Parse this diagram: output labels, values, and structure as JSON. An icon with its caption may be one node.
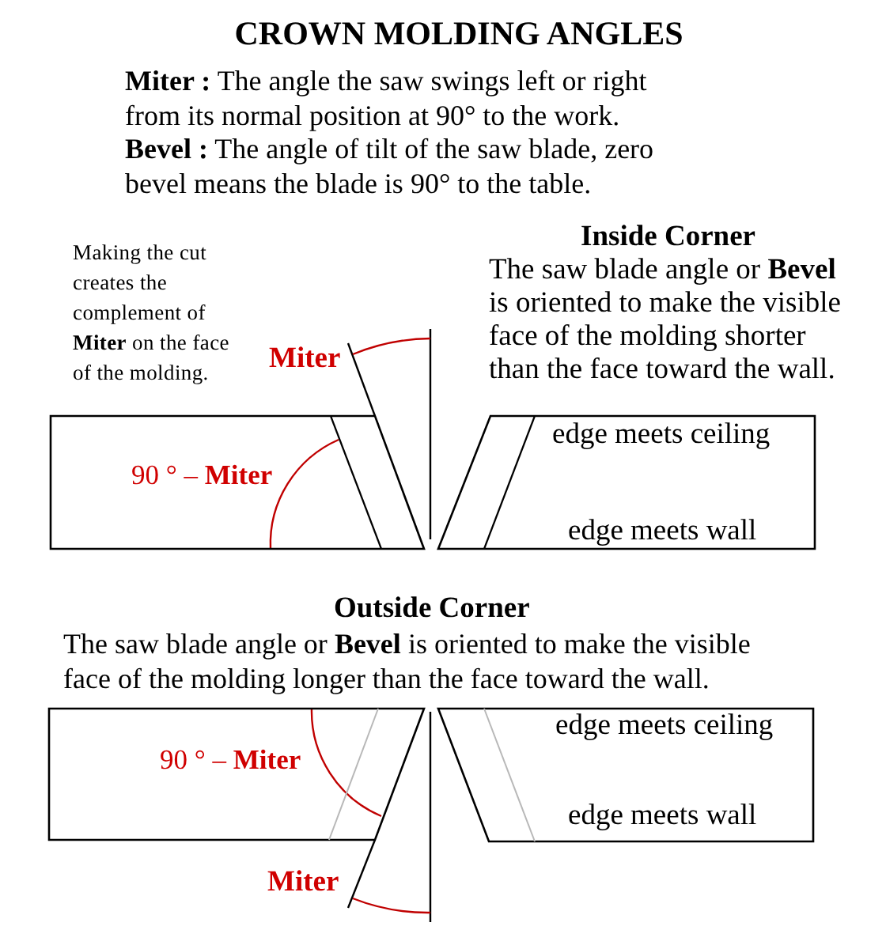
{
  "diagram": {
    "title": "CROWN MOLDING ANGLES",
    "nodes": [
      {
        "text": [
          "90 ° – **Miter**"
        ]
      },
      {
        "text": [
          "edge meets ceiling",
          "edge meets wall"
        ]
      },
      {
        "text": [
          "90 ° – **Miter**"
        ]
      },
      {
        "text": [
          "edge meets ceiling",
          "edge meets wall"
        ]
      }
    ],
    "labels": [
      "**Miter :** The angle the saw swings left or right from its normal position at 90° to the work.",
      "**Bevel :** The angle of tilt of the saw blade, zero bevel means the blade is 90° to the table.",
      "Making the cut creates the complement of **Miter** on the face of the molding.",
      "Inside Corner",
      "The saw blade angle or **Bevel** is oriented to make the visible face of the molding shorter than the face toward the wall.",
      "Miter",
      "Outside Corner",
      "The saw blade angle or **Bevel** is oriented to make the visible face of the molding longer than the face toward the wall.",
      "Miter"
    ]
  }
}
